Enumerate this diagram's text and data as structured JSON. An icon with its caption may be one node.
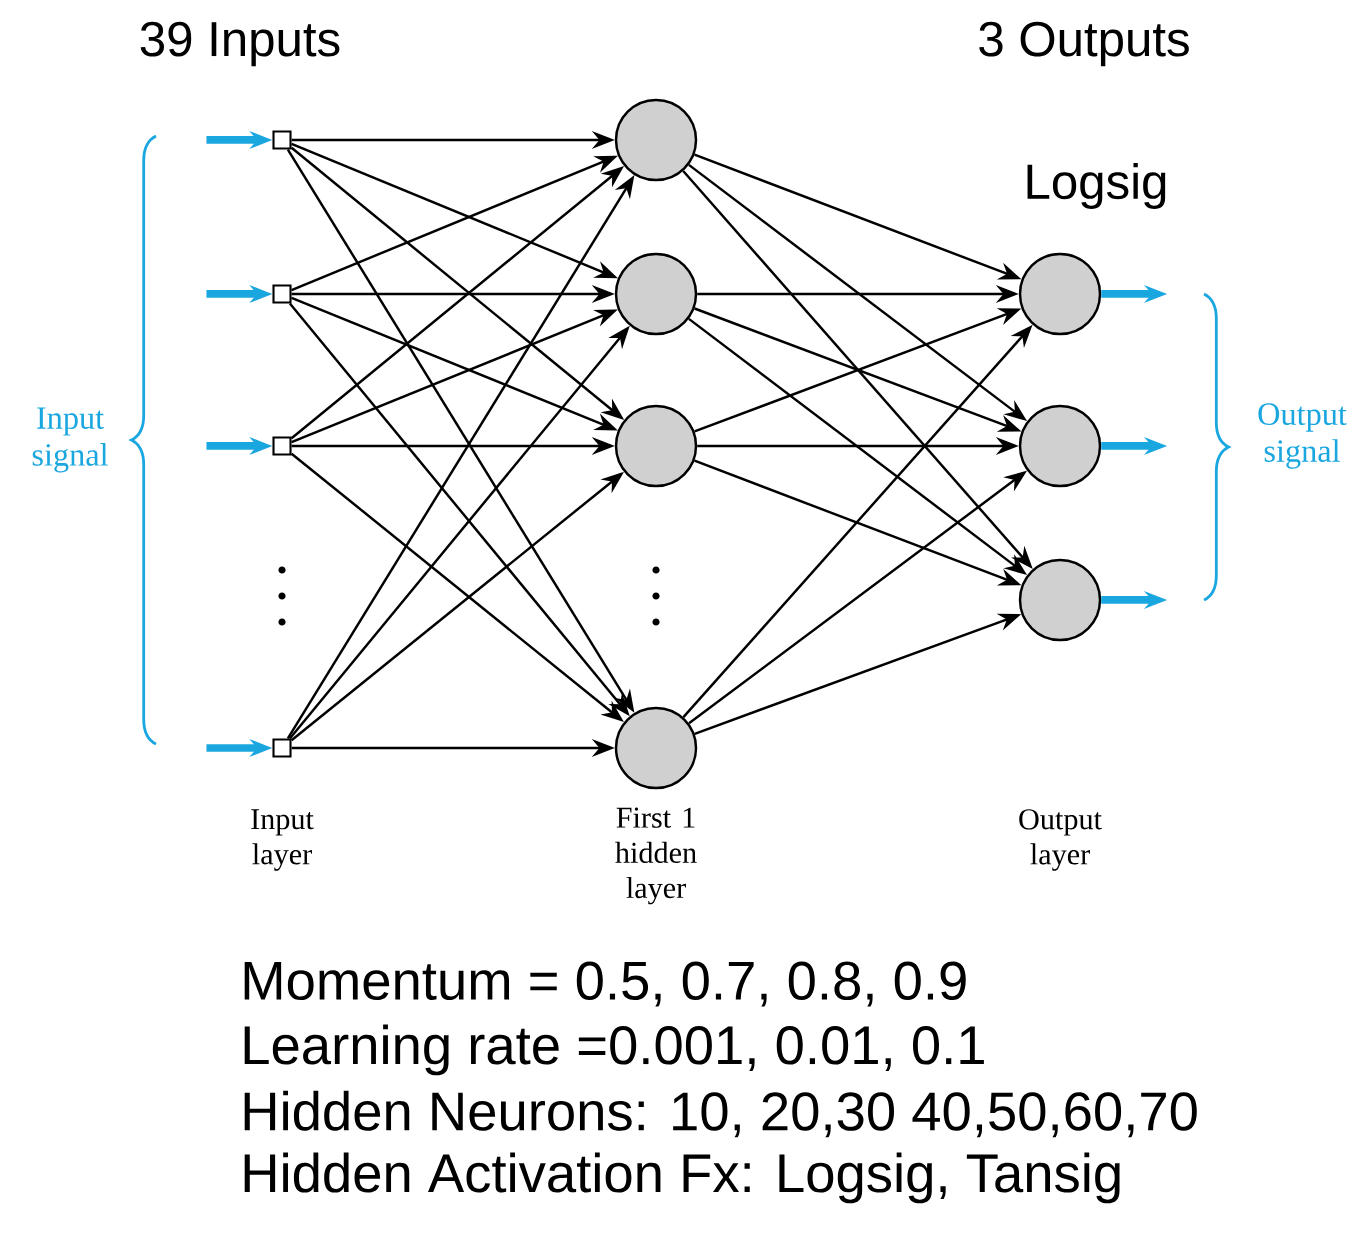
{
  "diagram": {
    "nodes": [
      {
        "text": [],
        "shape": "box"
      },
      {
        "text": [],
        "shape": "box"
      },
      {
        "text": [],
        "shape": "box"
      },
      {
        "text": [],
        "shape": "box"
      },
      {
        "text": [],
        "shape": "circle"
      },
      {
        "text": [],
        "shape": "circle"
      },
      {
        "text": [],
        "shape": "circle"
      },
      {
        "text": [],
        "shape": "circle"
      },
      {
        "text": [],
        "shape": "circle"
      },
      {
        "text": [],
        "shape": "circle"
      },
      {
        "text": [],
        "shape": "circle"
      }
    ],
    "edges": [
      {
        "from": null,
        "to": 0,
        "arrow": "to",
        "style": "thick",
        "color": "#1aa7e0"
      },
      {
        "from": null,
        "to": 1,
        "arrow": "to",
        "style": "thick",
        "color": "#1aa7e0"
      },
      {
        "from": null,
        "to": 2,
        "arrow": "to",
        "style": "thick",
        "color": "#1aa7e0"
      },
      {
        "from": null,
        "to": 3,
        "arrow": "to",
        "style": "thick",
        "color": "#1aa7e0"
      },
      {
        "from": 0,
        "to": 4,
        "arrow": "to"
      },
      {
        "from": 0,
        "to": 5,
        "arrow": "to"
      },
      {
        "from": 0,
        "to": 6,
        "arrow": "to"
      },
      {
        "from": 0,
        "to": 7,
        "arrow": "to"
      },
      {
        "from": 1,
        "to": 4,
        "arrow": "to"
      },
      {
        "from": 1,
        "to": 5,
        "arrow": "to"
      },
      {
        "from": 1,
        "to": 6,
        "arrow": "to"
      },
      {
        "from": 1,
        "to": 7,
        "arrow": "to"
      },
      {
        "from": 2,
        "to": 4,
        "arrow": "to"
      },
      {
        "from": 2,
        "to": 5,
        "arrow": "to"
      },
      {
        "from": 2,
        "to": 6,
        "arrow": "to"
      },
      {
        "from": 2,
        "to": 7,
        "arrow": "to"
      },
      {
        "from": 3,
        "to": 4,
        "arrow": "to"
      },
      {
        "from": 3,
        "to": 5,
        "arrow": "to"
      },
      {
        "from": 3,
        "to": 6,
        "arrow": "to"
      },
      {
        "from": 3,
        "to": 7,
        "arrow": "to"
      },
      {
        "from": 4,
        "to": 8,
        "arrow": "to"
      },
      {
        "from": 4,
        "to": 9,
        "arrow": "to"
      },
      {
        "from": 4,
        "to": 10,
        "arrow": "to"
      },
      {
        "from": 5,
        "to": 8,
        "arrow": "to"
      },
      {
        "from": 5,
        "to": 9,
        "arrow": "to"
      },
      {
        "from": 5,
        "to": 10,
        "arrow": "to"
      },
      {
        "from": 6,
        "to": 8,
        "arrow": "to"
      },
      {
        "from": 6,
        "to": 9,
        "arrow": "to"
      },
      {
        "from": 6,
        "to": 10,
        "arrow": "to"
      },
      {
        "from": 7,
        "to": 8,
        "arrow": "to"
      },
      {
        "from": 7,
        "to": 9,
        "arrow": "to"
      },
      {
        "from": 7,
        "to": 10,
        "arrow": "to"
      },
      {
        "from": 8,
        "to": null,
        "arrow": "to",
        "style": "thick",
        "color": "#1aa7e0"
      },
      {
        "from": 9,
        "to": null,
        "arrow": "to",
        "style": "thick",
        "color": "#1aa7e0"
      },
      {
        "from": 10,
        "to": null,
        "arrow": "to",
        "style": "thick",
        "color": "#1aa7e0"
      }
    ],
    "labels": [
      "39 Inputs",
      "3 Outputs",
      "Logsig",
      "Input signal",
      "Output signal",
      "Input layer",
      "First 1 hidden layer",
      "Output layer",
      "Momentum = 0.5, 0.7, 0.8, 0.9",
      "Learning rate =0.001, 0.01, 0.1",
      "Hidden Neurons: 10, 20,30 40,50,60,70",
      "Hidden Activation Fx: Logsig, Tansig"
    ]
  }
}
